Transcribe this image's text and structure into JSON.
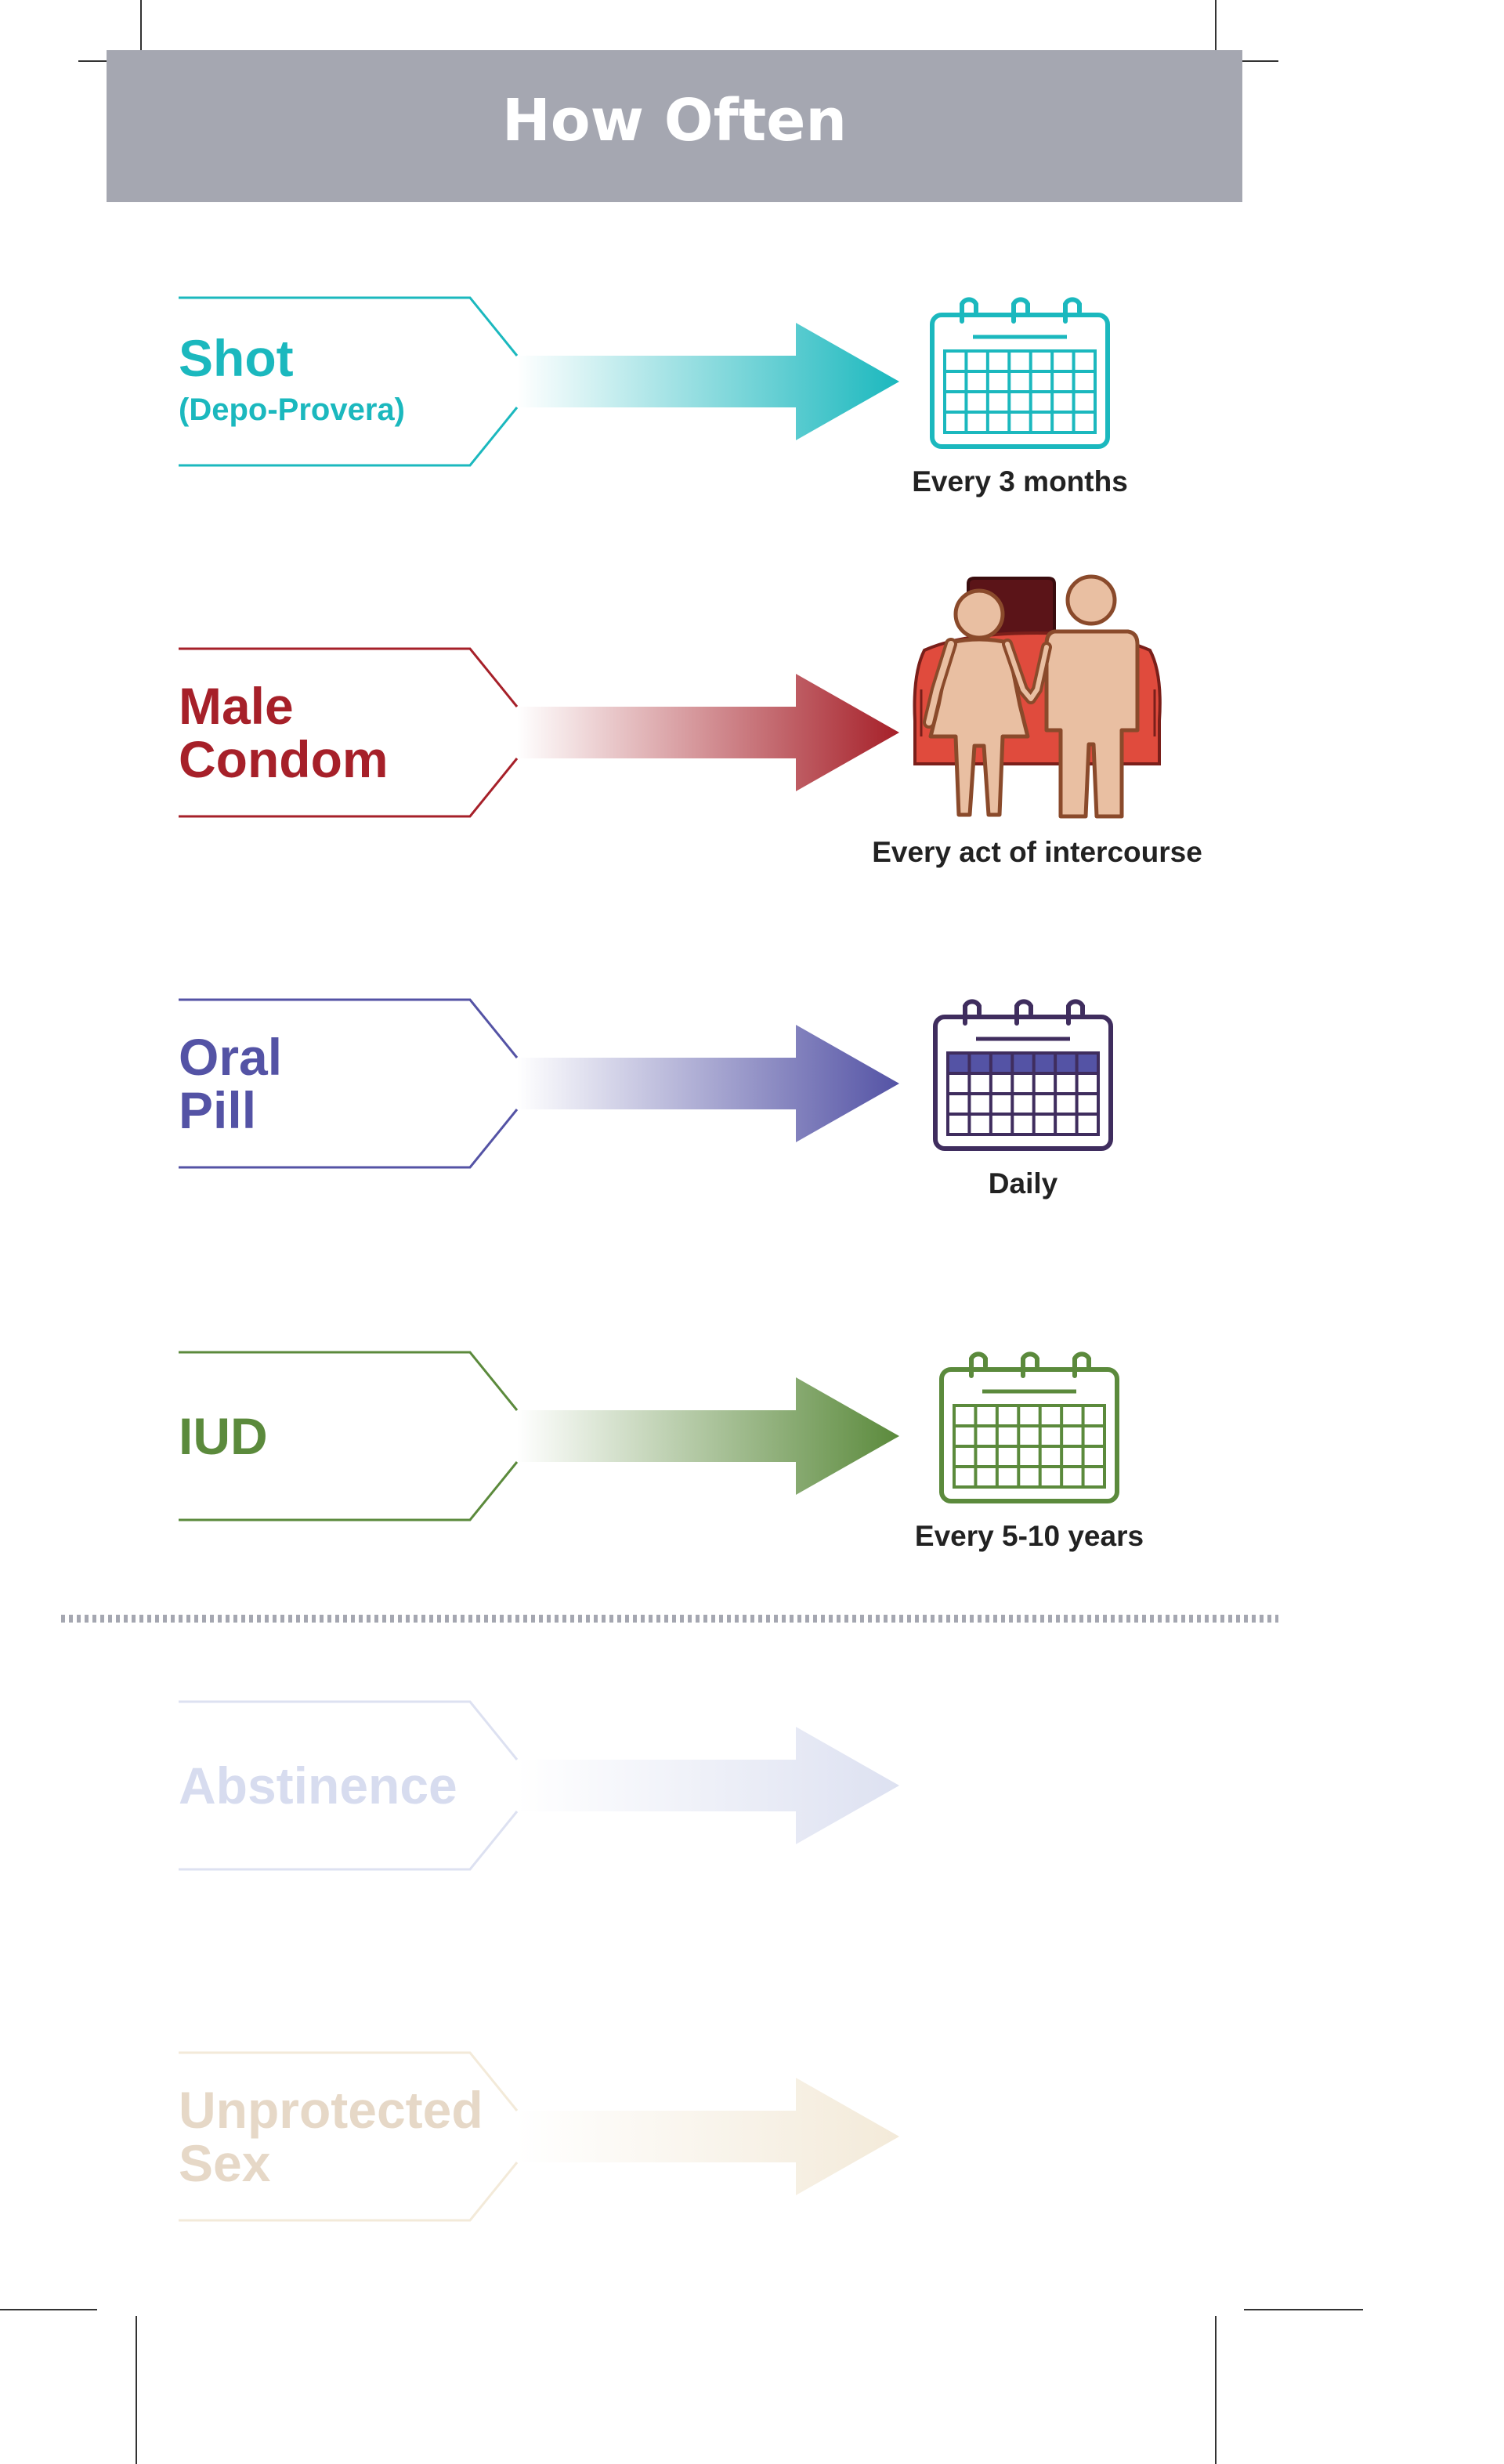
{
  "header": {
    "title": "How Often",
    "background": "#a5a7b1"
  },
  "methods": [
    {
      "label_lines": [
        "Shot"
      ],
      "sub_label": "(Depo-Provera)",
      "frequency": "Every 3 months",
      "color": "#1bb8be",
      "icon": "calendar-icon",
      "calendar_header_filled": false,
      "faded": false
    },
    {
      "label_lines": [
        "Male",
        "Condom"
      ],
      "sub_label": "",
      "frequency": "Every act of intercourse",
      "color": "#a62029",
      "icon": "couple-bed-icon",
      "faded": false
    },
    {
      "label_lines": [
        "Oral",
        "Pill"
      ],
      "sub_label": "",
      "frequency": "Daily",
      "color": "#5453a5",
      "icon": "calendar-icon",
      "calendar_color": "#3f2d5e",
      "calendar_header_filled": true,
      "faded": false
    },
    {
      "label_lines": [
        "IUD"
      ],
      "sub_label": "",
      "frequency": "Every 5-10 years",
      "color": "#5b8a3c",
      "icon": "calendar-icon",
      "calendar_header_filled": false,
      "faded": false
    }
  ],
  "non_methods": [
    {
      "label_lines": [
        "Abstinence"
      ],
      "color": "#dde1f1",
      "text_color": "#d7dcef",
      "faded": true
    },
    {
      "label_lines": [
        "Unprotected",
        "Sex"
      ],
      "color": "#f3ead9",
      "text_color": "#e6d8c7",
      "faded": true
    }
  ],
  "divider_color": "#a5a7b1",
  "caption_color": "#222222"
}
